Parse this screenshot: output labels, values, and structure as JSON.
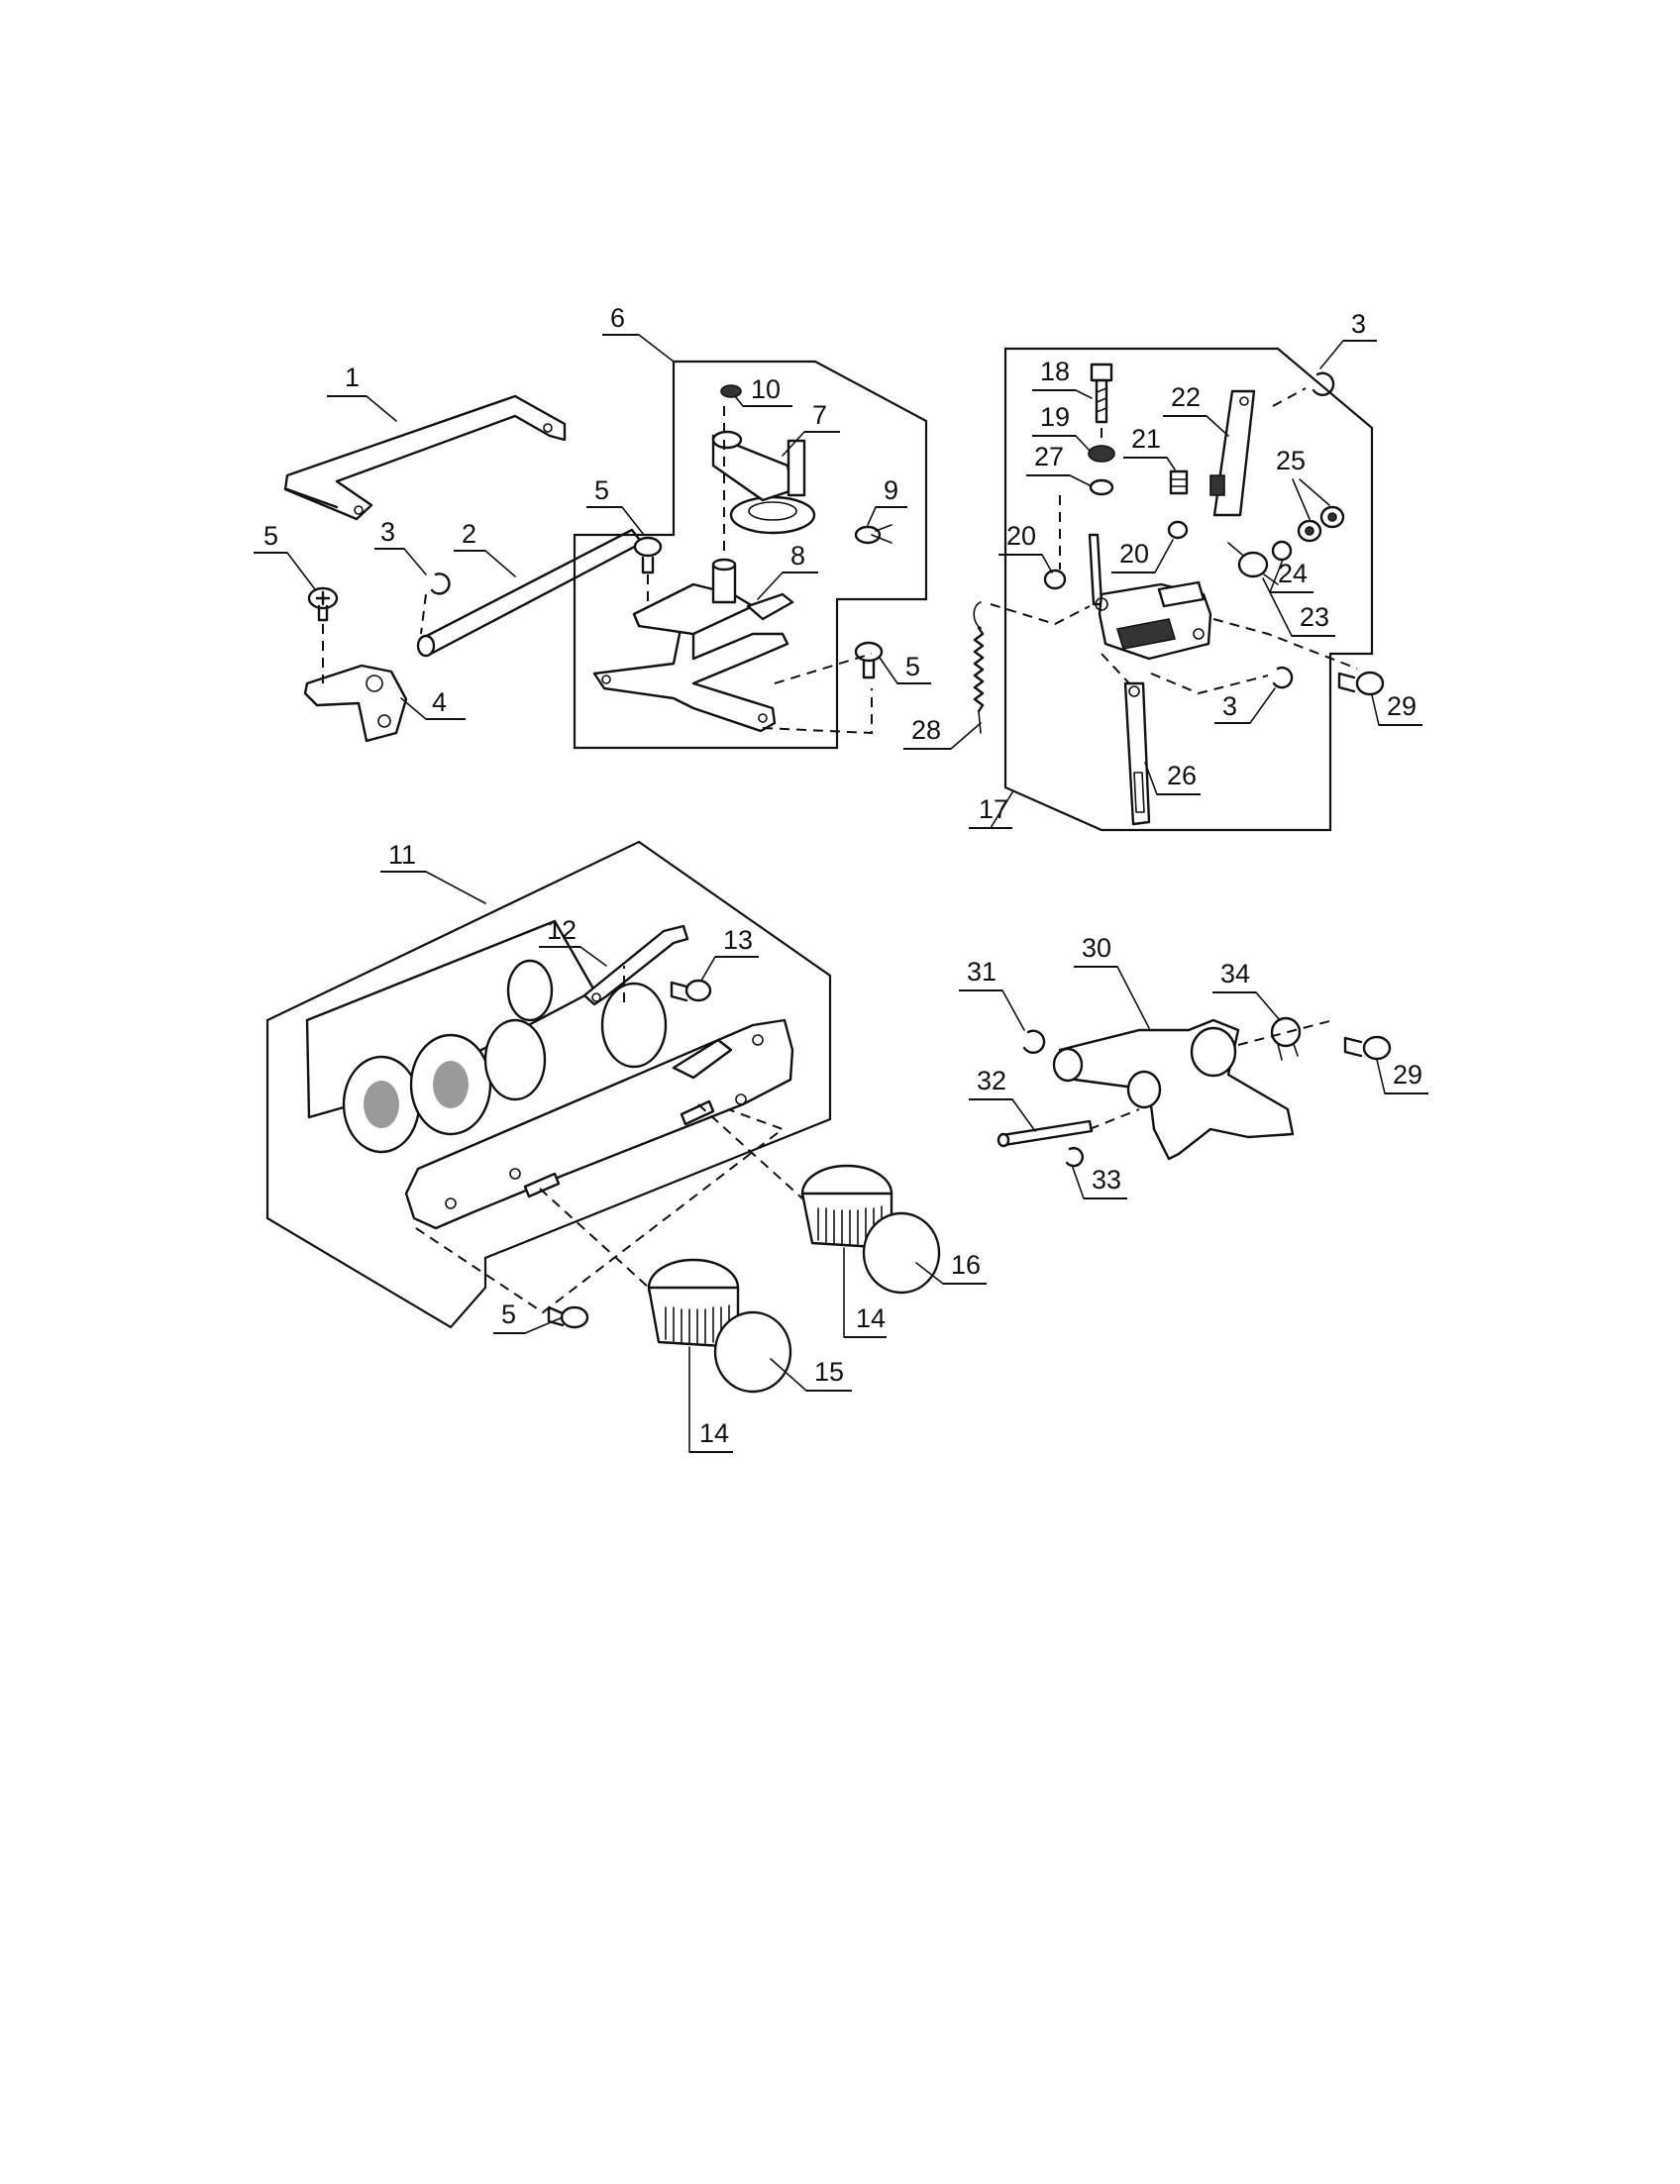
{
  "diagram": {
    "callouts": [
      {
        "id": "c1",
        "label": "1"
      },
      {
        "id": "c2",
        "label": "2"
      },
      {
        "id": "c3a",
        "label": "3"
      },
      {
        "id": "c3b",
        "label": "3"
      },
      {
        "id": "c3c",
        "label": "3"
      },
      {
        "id": "c4",
        "label": "4"
      },
      {
        "id": "c5a",
        "label": "5"
      },
      {
        "id": "c5b",
        "label": "5"
      },
      {
        "id": "c5c",
        "label": "5"
      },
      {
        "id": "c5d",
        "label": "5"
      },
      {
        "id": "c6",
        "label": "6"
      },
      {
        "id": "c7",
        "label": "7"
      },
      {
        "id": "c8",
        "label": "8"
      },
      {
        "id": "c9",
        "label": "9"
      },
      {
        "id": "c10",
        "label": "10"
      },
      {
        "id": "c11",
        "label": "11"
      },
      {
        "id": "c12",
        "label": "12"
      },
      {
        "id": "c13",
        "label": "13"
      },
      {
        "id": "c14a",
        "label": "14"
      },
      {
        "id": "c14b",
        "label": "14"
      },
      {
        "id": "c15",
        "label": "15"
      },
      {
        "id": "c16",
        "label": "16"
      },
      {
        "id": "c17",
        "label": "17"
      },
      {
        "id": "c18",
        "label": "18"
      },
      {
        "id": "c19",
        "label": "19"
      },
      {
        "id": "c20a",
        "label": "20"
      },
      {
        "id": "c20b",
        "label": "20"
      },
      {
        "id": "c21",
        "label": "21"
      },
      {
        "id": "c22",
        "label": "22"
      },
      {
        "id": "c23",
        "label": "23"
      },
      {
        "id": "c24",
        "label": "24"
      },
      {
        "id": "c25",
        "label": "25"
      },
      {
        "id": "c26",
        "label": "26"
      },
      {
        "id": "c27",
        "label": "27"
      },
      {
        "id": "c28",
        "label": "28"
      },
      {
        "id": "c29a",
        "label": "29"
      },
      {
        "id": "c29b",
        "label": "29"
      },
      {
        "id": "c30",
        "label": "30"
      },
      {
        "id": "c31",
        "label": "31"
      },
      {
        "id": "c32",
        "label": "32"
      },
      {
        "id": "c33",
        "label": "33"
      },
      {
        "id": "c34",
        "label": "34"
      }
    ]
  }
}
